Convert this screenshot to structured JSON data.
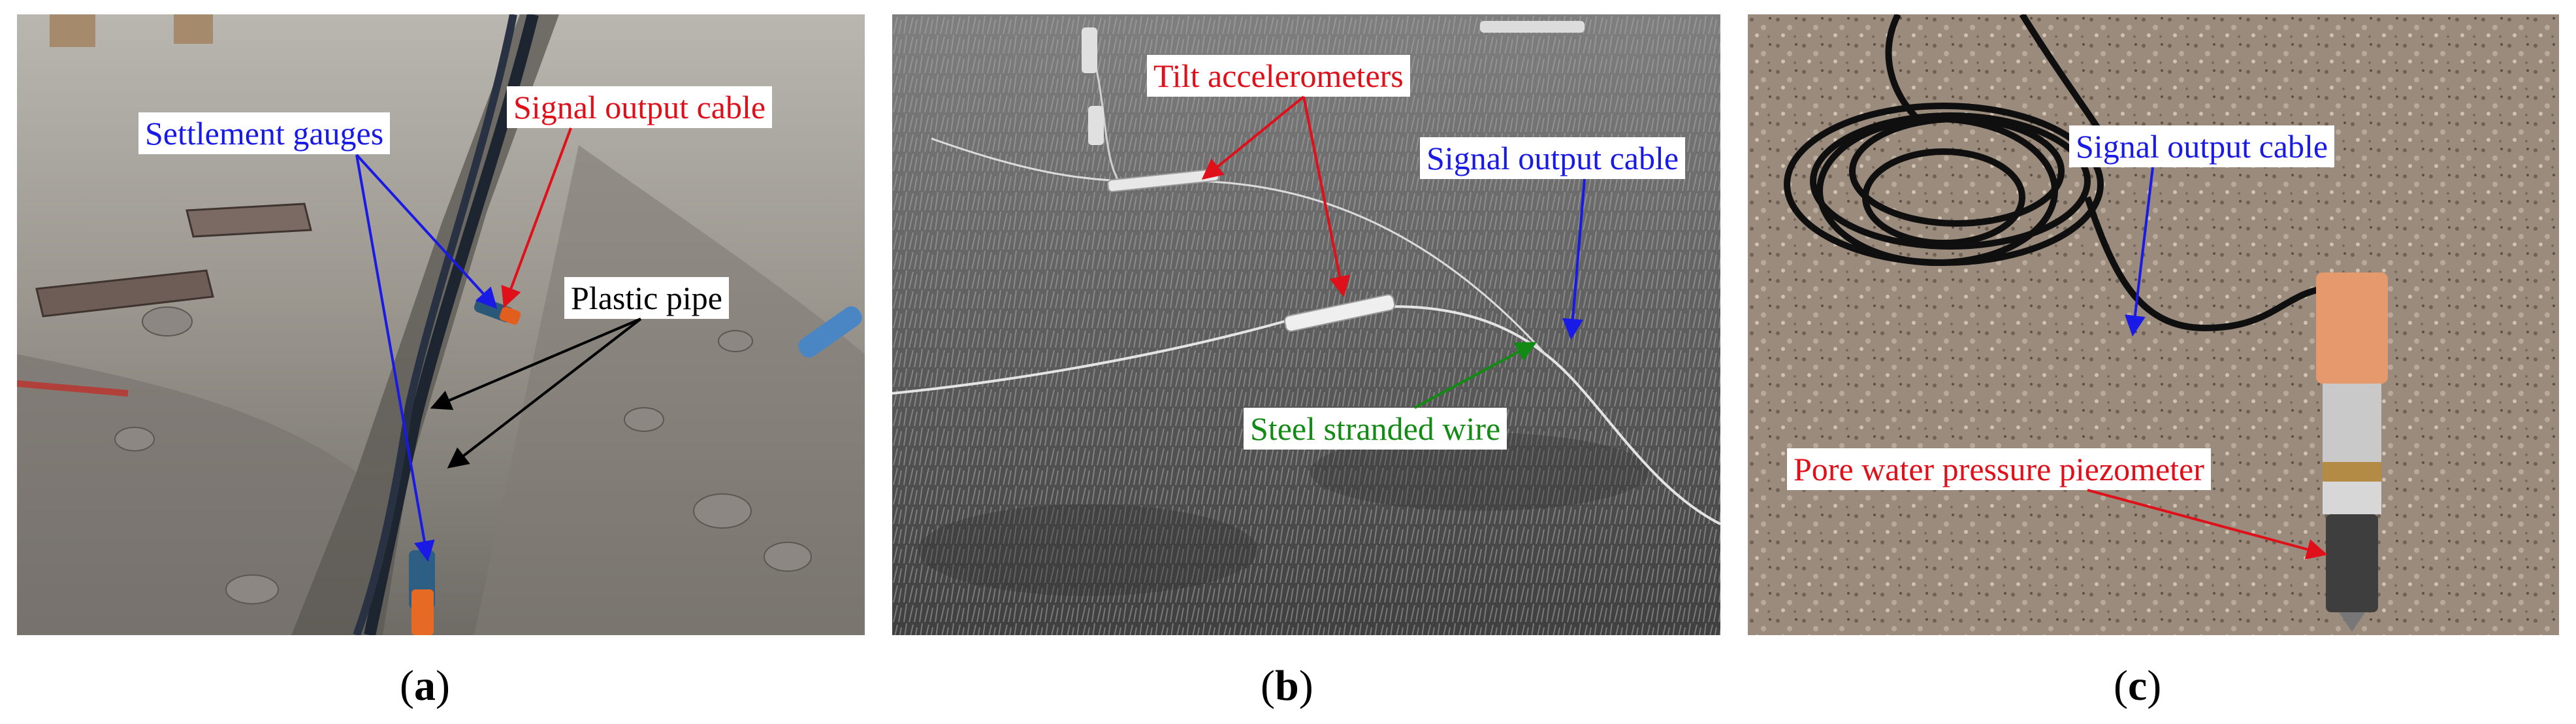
{
  "panels": {
    "a": {
      "caption_open": "(",
      "caption_letter": "a",
      "caption_close": ")",
      "labels": {
        "settlement_gauges": "Settlement gauges",
        "signal_output_cable": "Signal output cable",
        "plastic_pipe": "Plastic pipe"
      }
    },
    "b": {
      "caption_open": "(",
      "caption_letter": "b",
      "caption_close": ")",
      "labels": {
        "tilt_accelerometers": "Tilt accelerometers",
        "signal_output_cable": "Signal output cable",
        "steel_stranded_wire": "Steel stranded wire"
      }
    },
    "c": {
      "caption_open": "(",
      "caption_letter": "c",
      "caption_close": ")",
      "labels": {
        "signal_output_cable": "Signal output cable",
        "pore_water_pressure_piezometer": "Pore water pressure piezometer"
      }
    }
  },
  "colors": {
    "red": "#e0101a",
    "blue": "#1a1ae6",
    "green": "#138a13",
    "black": "#000000"
  }
}
